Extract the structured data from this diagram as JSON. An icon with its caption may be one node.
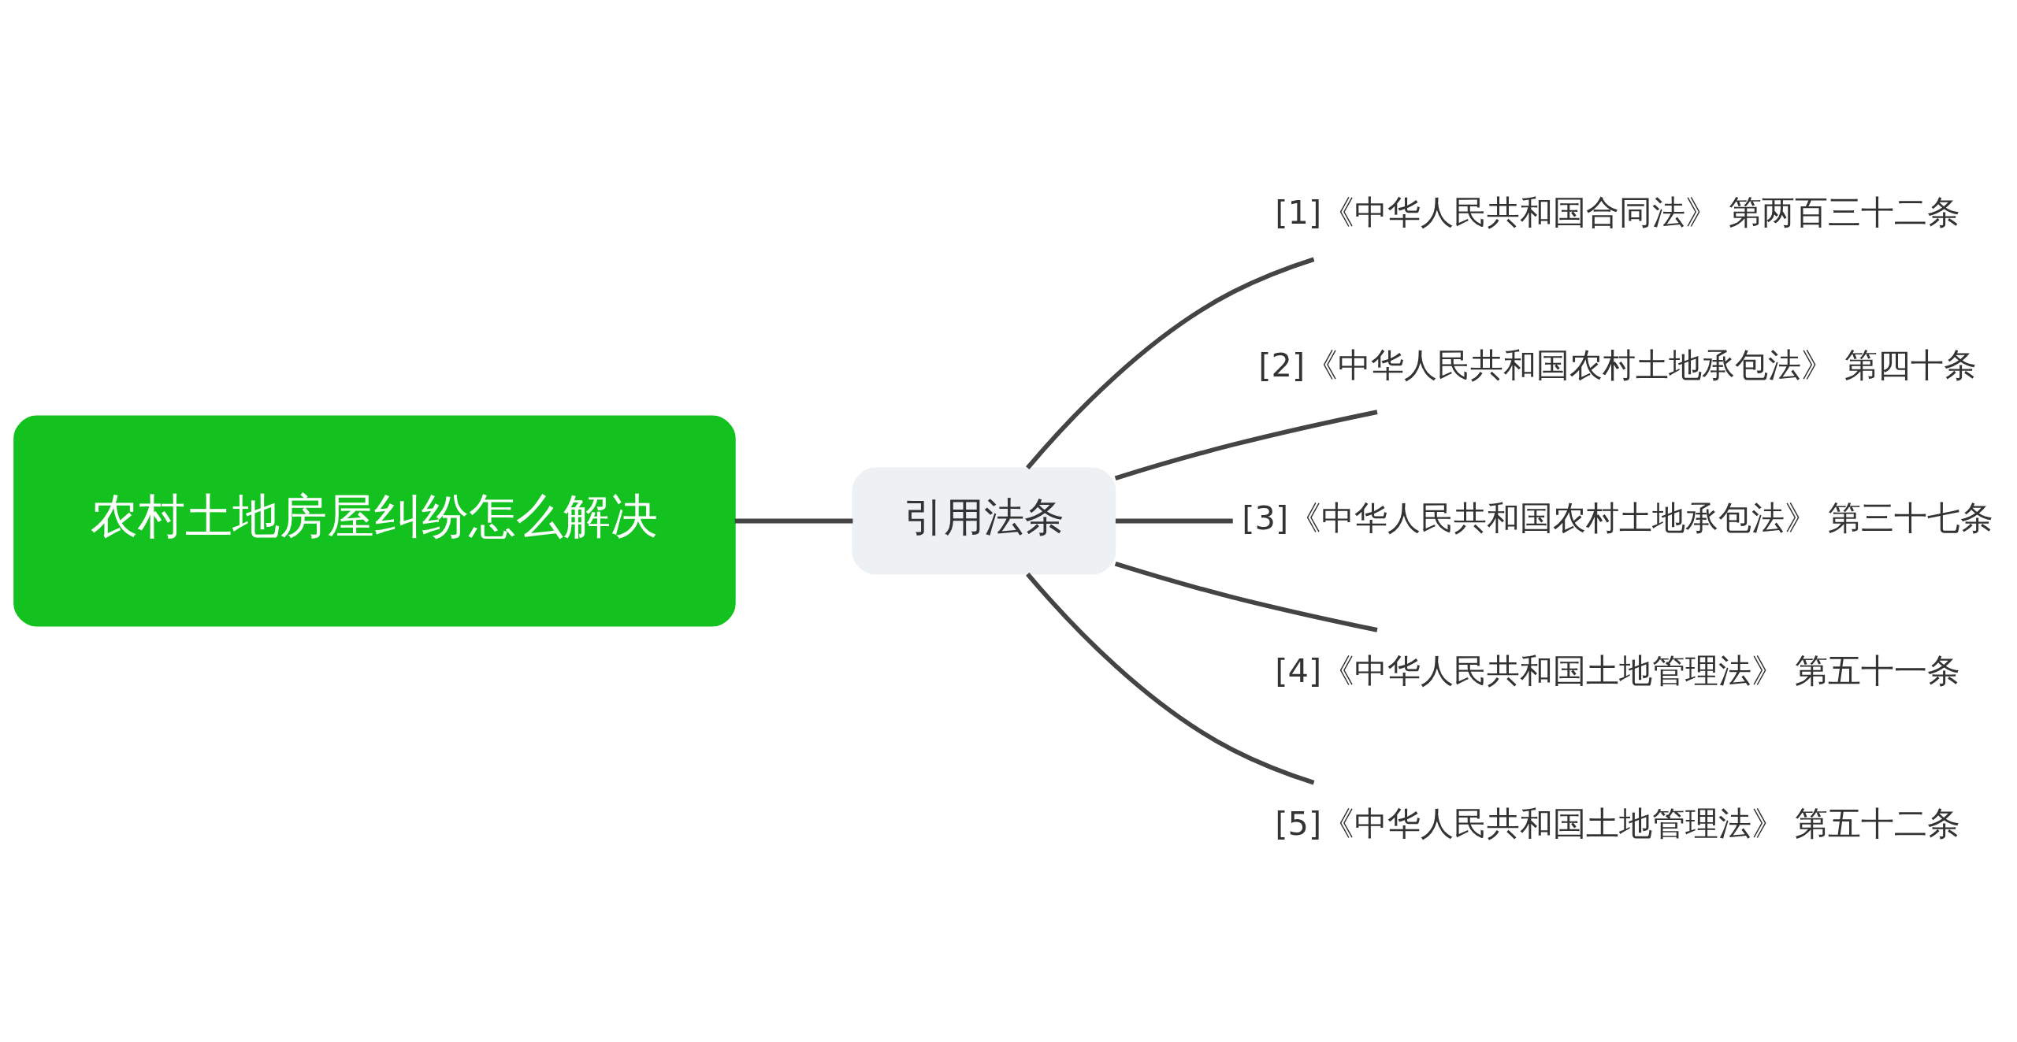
{
  "diagram": {
    "nodes": [
      {
        "text": [
          "农村土地房屋纠纷怎么解决"
        ]
      },
      {
        "text": [
          "引用法条"
        ]
      },
      {
        "text": [
          "[1]《中华人民共和国合同法》 第两百三十二条"
        ]
      },
      {
        "text": [
          "[2]《中华人民共和国农村土地承包法》 第四十条"
        ]
      },
      {
        "text": [
          "[3]《中华人民共和国农村土地承包法》 第三十七条"
        ]
      },
      {
        "text": [
          "[4]《中华人民共和国土地管理法》 第五十一条"
        ]
      },
      {
        "text": [
          "[5]《中华人民共和国土地管理法》 第五十二条"
        ]
      }
    ],
    "edges": [
      {
        "from": 0,
        "to": 1,
        "arrow": "none"
      },
      {
        "from": 1,
        "to": 2,
        "arrow": "none"
      },
      {
        "from": 1,
        "to": 3,
        "arrow": "none"
      },
      {
        "from": 1,
        "to": 4,
        "arrow": "none"
      },
      {
        "from": 1,
        "to": 5,
        "arrow": "none"
      },
      {
        "from": 1,
        "to": 6,
        "arrow": "none"
      }
    ]
  }
}
